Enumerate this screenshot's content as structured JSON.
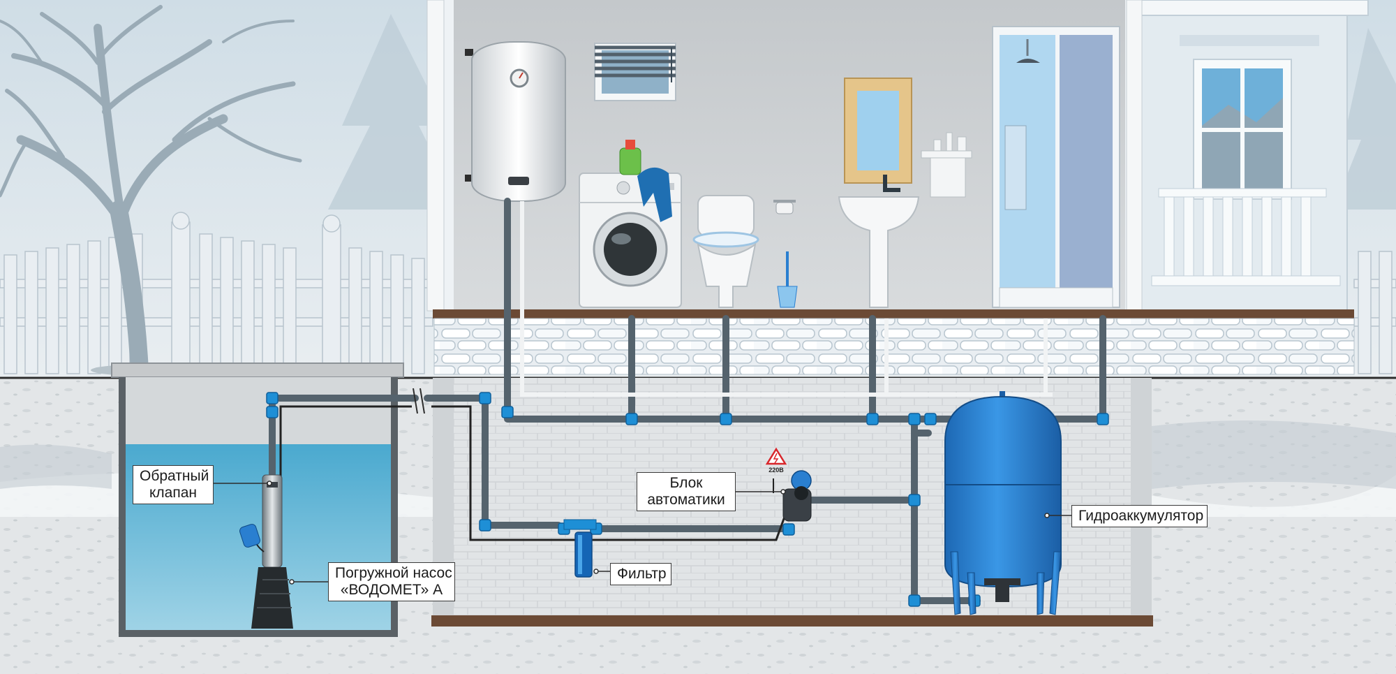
{
  "labels": {
    "check_valve": [
      "Обратный",
      "клапан"
    ],
    "pump": [
      "Погружной насос",
      "«ВОДОМЕТ» А"
    ],
    "automation": [
      "Блок",
      "автоматики"
    ],
    "filter": "Фильтр",
    "accumulator": "Гидроаккумулятор",
    "voltage": "220В"
  },
  "colors": {
    "sky": "#d6e3ea",
    "ground": "#e4e8ea",
    "well_water": "#5fb7d6",
    "pipe": "#5b6c78",
    "fitting": "#1e8fd6",
    "accumulator": "#2a7fd0",
    "room_wall": "#c9cdd0",
    "floor_beam": "#6b4a35"
  },
  "icons": [
    "tree-icon",
    "fence-icon",
    "water-heater-icon",
    "window-blinds-icon",
    "washing-machine-icon",
    "detergent-bottle-icon",
    "toilet-icon",
    "toilet-paper-icon",
    "toilet-brush-icon",
    "washbasin-icon",
    "mirror-icon",
    "shower-cabin-icon",
    "submersible-pump-icon",
    "float-switch-icon",
    "filter-icon",
    "pressure-switch-icon",
    "warning-sign-icon",
    "accumulator-tank-icon"
  ]
}
